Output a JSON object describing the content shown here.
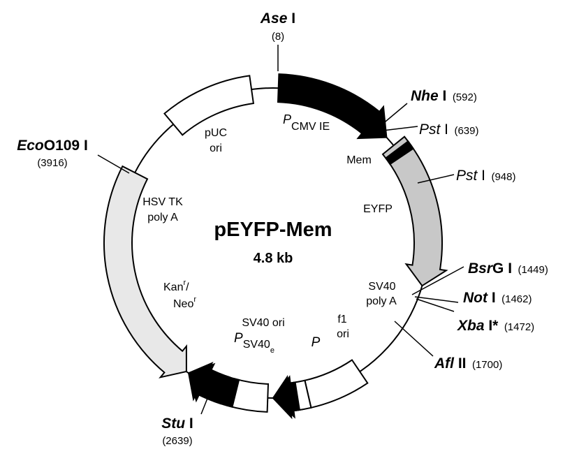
{
  "plasmid": {
    "name": "pEYFP-Mem",
    "size": "4.8 kb"
  },
  "colors": {
    "black": "#000000",
    "gray": "#c8c8c8",
    "light_gray": "#e8e8e8",
    "white": "#ffffff"
  },
  "sites": [
    {
      "id": "ase1",
      "name": "Ase",
      "roman": " I",
      "pos": "(8)"
    },
    {
      "id": "nhe1",
      "name": "Nhe",
      "roman": " I",
      "pos": "(592)"
    },
    {
      "id": "pst1a",
      "name": "Pst",
      "roman": " I",
      "pos": "(639)"
    },
    {
      "id": "pst1b",
      "name": "Pst",
      "roman": " I",
      "pos": "(948)"
    },
    {
      "id": "bsrg1",
      "name": "Bsr",
      "roman": "G I",
      "pos": "(1449)"
    },
    {
      "id": "not1",
      "name": "Not",
      "roman": " I",
      "pos": "(1462)"
    },
    {
      "id": "xba1",
      "name": "Xba",
      "roman": " I*",
      "pos": "(1472)"
    },
    {
      "id": "afl2",
      "name": "Afl",
      "roman": " II",
      "pos": "(1700)"
    },
    {
      "id": "stu1",
      "name": "Stu",
      "roman": " I",
      "pos": "(2639)"
    },
    {
      "id": "eco0109",
      "name": "Eco",
      "roman": "O109 I",
      "pos": "(3916)"
    }
  ],
  "features": {
    "pcmv_p": "P",
    "pcmv_sub": "CMV  IE",
    "mem": "Mem",
    "eyfp": "EYFP",
    "sv40polya_1": "SV40",
    "sv40polya_2": "poly A",
    "f1ori_1": "f1",
    "f1ori_2": "ori",
    "p_small": "P",
    "sv40ori": "SV40 ori",
    "psv40_p": "P",
    "psv40_sub": "SV40",
    "psv40_e": "e",
    "kan_1": "Kan",
    "kan_1_sup": "r",
    "kan_1_slash": "/",
    "kan_2": "Neo",
    "kan_2_sup": "r",
    "hsv_1": "HSV TK",
    "hsv_2": "poly A",
    "puc_1": "pUC",
    "puc_2": "ori"
  }
}
